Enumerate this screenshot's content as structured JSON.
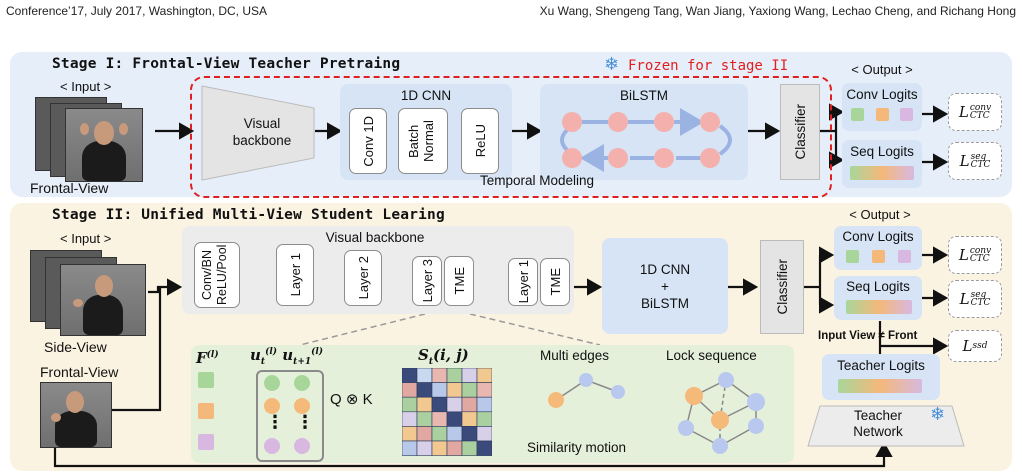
{
  "header": {
    "conference": "Conference’17, July 2017, Washington, DC, USA",
    "authors": "Xu Wang, Shengeng Tang, Wan Jiang, Yaxiong Wang, Lechao Cheng, and Richang Hong"
  },
  "stage1": {
    "title": "Stage I: Frontal-View Teacher Pretraing",
    "frozen": "Frozen for stage II",
    "input_label": "< Input >",
    "view_label": "Frontal-View",
    "visual_backbone": "Visual backbone",
    "cnn_title": "1D CNN",
    "conv1d": "Conv 1D",
    "batch_normal": "Batch Normal",
    "relu": "ReLU",
    "bilstm": "BiLSTM",
    "temporal_modeling": "Temporal Modeling",
    "classifier": "Classifier",
    "output_label": "< Output >",
    "conv_logits": "Conv Logits",
    "seq_logits": "Seq Logits",
    "loss_base": "L",
    "loss_conv": "conv",
    "loss_seq": "seq",
    "loss_ctc": "CTC"
  },
  "stage2": {
    "title": "Stage II: Unified Multi-View Student Learing",
    "input_label": "< Input >",
    "side_view": "Side-View",
    "frontal_view": "Frontal-View",
    "visual_backbone": "Visual backbone",
    "conv_bn": "Conv/BN ReLU/Pool",
    "layer1": "Layer 1",
    "layer2": "Layer 2",
    "layer3": "Layer 3",
    "tme": "TME",
    "layer1b": "Layer 1",
    "tme2": "TME",
    "cnn_bilstm_1": "1D CNN",
    "cnn_bilstm_2": "+",
    "cnn_bilstm_3": "BiLSTM",
    "classifier": "Classifier",
    "output_label": "< Output >",
    "conv_logits": "Conv Logits",
    "seq_logits": "Seq Logits",
    "input_view_text": "Input View ≠ Front",
    "loss_ssd": "ssd",
    "teacher_logits": "Teacher Logits",
    "teacher_network": "Teacher Network",
    "feature": "F",
    "feature_sup": "(l)",
    "ut": "u",
    "ut_sub": "t",
    "ut1_sub": "t+1",
    "qk": "Q ⊗ K",
    "st": "S",
    "st_args": "(i, j)",
    "multi_edges": "Multi edges",
    "lock_sequence": "Lock sequence",
    "similarity_motion": "Similarity motion",
    "dots": "⋮"
  },
  "colors": {
    "stage1_bg": "#e6eef9",
    "stage2_bg": "#fbf3e1",
    "frozen_red": "#e02020",
    "snowflake": "#4a90d9",
    "panel_blue": "#d6e4f5",
    "green_panel": "#e5f0db",
    "node_pink": "#f4b0ad",
    "node_orange": "#f5b97a",
    "node_blue": "#b9c8ee",
    "cube_green": "#a8d69a",
    "cube_orange": "#f4b87a",
    "cube_purple": "#d8b8e0"
  },
  "icons": [
    "snowflake-icon",
    "arrow-icon"
  ]
}
